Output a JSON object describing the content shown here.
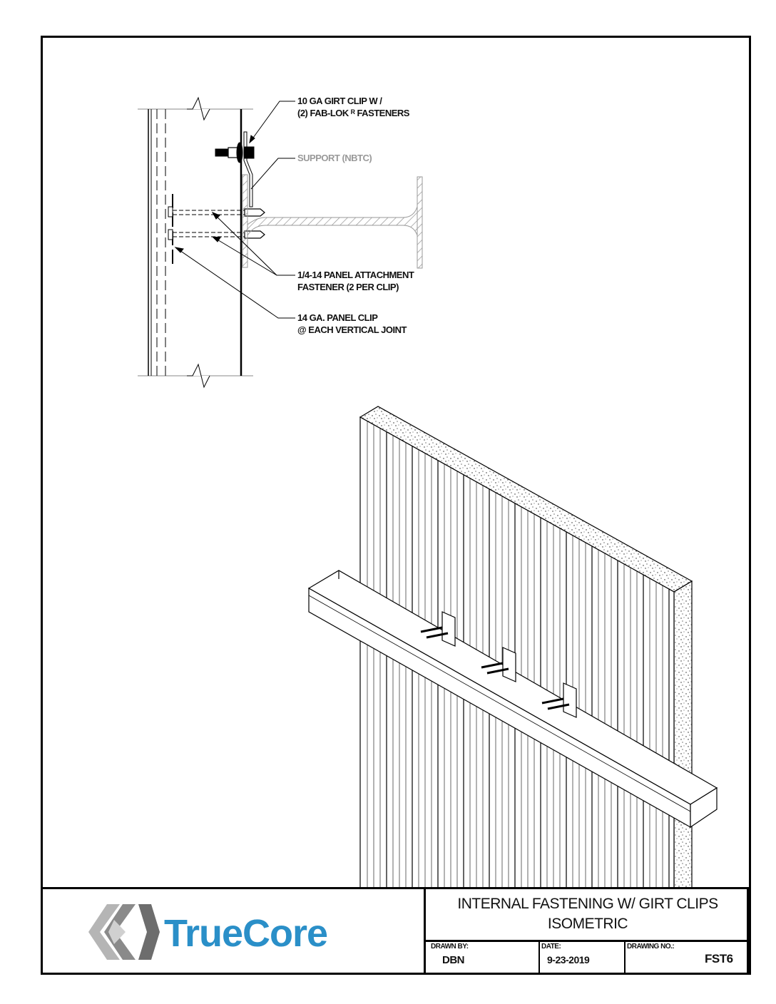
{
  "notes": {
    "girt_clip_line1": "10 GA GIRT CLIP W /",
    "girt_clip_line2": "(2) FAB-LOK ᴿ FASTENERS",
    "support": "SUPPORT (NBTC)",
    "panel_fastener_line1": "1/4-14 PANEL ATTACHMENT",
    "panel_fastener_line2": "FASTENER (2 PER CLIP)",
    "panel_clip_line1": "14 GA. PANEL CLIP",
    "panel_clip_line2": "@ EACH VERTICAL JOINT"
  },
  "title_block": {
    "logo_text": "TrueCore",
    "title_line1": "INTERNAL FASTENING W/ GIRT CLIPS",
    "title_line2": "ISOMETRIC",
    "drawn_by_label": "DRAWN BY:",
    "drawn_by": "DBN",
    "date_label": "DATE:",
    "date": "9-23-2019",
    "drawing_no_label": "DRAWING NO.:",
    "drawing_no": "FST6"
  },
  "colors": {
    "brand_blue": "#2a8fc8",
    "support_gray": "#9a9a9a",
    "logo_gray_dark": "#6d6d6d",
    "logo_gray_light": "#b5b5b5"
  }
}
